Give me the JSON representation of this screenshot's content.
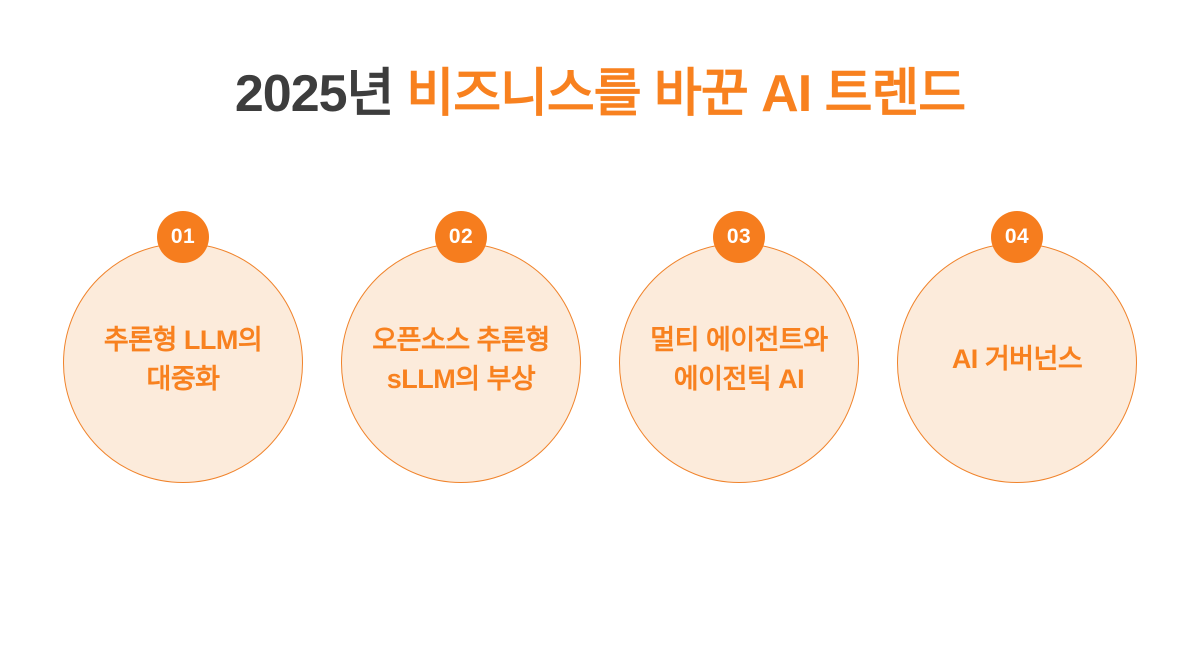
{
  "title": {
    "prefix": "2025년",
    "highlight": "비즈니스를 바꾼 AI 트렌드"
  },
  "trends": [
    {
      "number": "01",
      "line1": "추론형 LLM의",
      "line2": "대중화"
    },
    {
      "number": "02",
      "line1": "오픈소스 추론형",
      "line2": "sLLM의 부상"
    },
    {
      "number": "03",
      "line1": "멀티 에이전트와",
      "line2": "에이전틱 AI"
    },
    {
      "number": "04",
      "line1": "AI 거버넌스"
    }
  ],
  "colors": {
    "accent_orange": "#F8811F",
    "badge_orange": "#F67D1E",
    "circle_fill": "#FCEBDB",
    "circle_border": "#F0832B",
    "title_dark": "#3D3D3D",
    "background": "#FFFFFF"
  }
}
